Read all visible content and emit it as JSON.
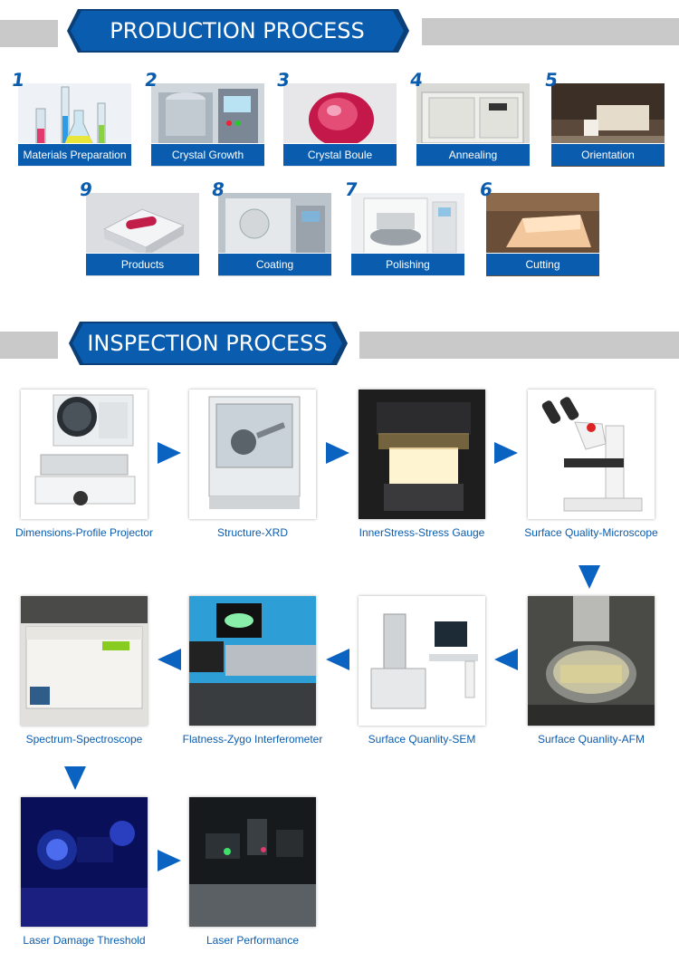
{
  "production": {
    "title": "PRODUCTION PROCESS",
    "steps": [
      {
        "num": "1",
        "label": "Materials Preparation"
      },
      {
        "num": "2",
        "label": "Crystal Growth"
      },
      {
        "num": "3",
        "label": "Crystal Boule"
      },
      {
        "num": "4",
        "label": "Annealing"
      },
      {
        "num": "5",
        "label": "Orientation"
      },
      {
        "num": "9",
        "label": "Products"
      },
      {
        "num": "8",
        "label": "Coating"
      },
      {
        "num": "7",
        "label": "Polishing"
      },
      {
        "num": "6",
        "label": "Cutting"
      }
    ]
  },
  "inspection": {
    "title": "INSPECTION PROCESS",
    "items": [
      {
        "label": "Dimensions-Profile Projector"
      },
      {
        "label": "Structure-XRD"
      },
      {
        "label": "InnerStress-Stress Gauge"
      },
      {
        "label": "Surface Quality-Microscope"
      },
      {
        "label": "Surface Quanlity-AFM"
      },
      {
        "label": "Surface Quanlity-SEM"
      },
      {
        "label": "Flatness-Zygo Interferometer"
      },
      {
        "label": "Spectrum-Spectroscope"
      },
      {
        "label": "Laser Damage Threshold"
      },
      {
        "label": "Laser Performance"
      }
    ]
  },
  "colors": {
    "primary": "#0a5cae",
    "bar": "#c9c9c9",
    "arrow": "#0a63c0"
  }
}
